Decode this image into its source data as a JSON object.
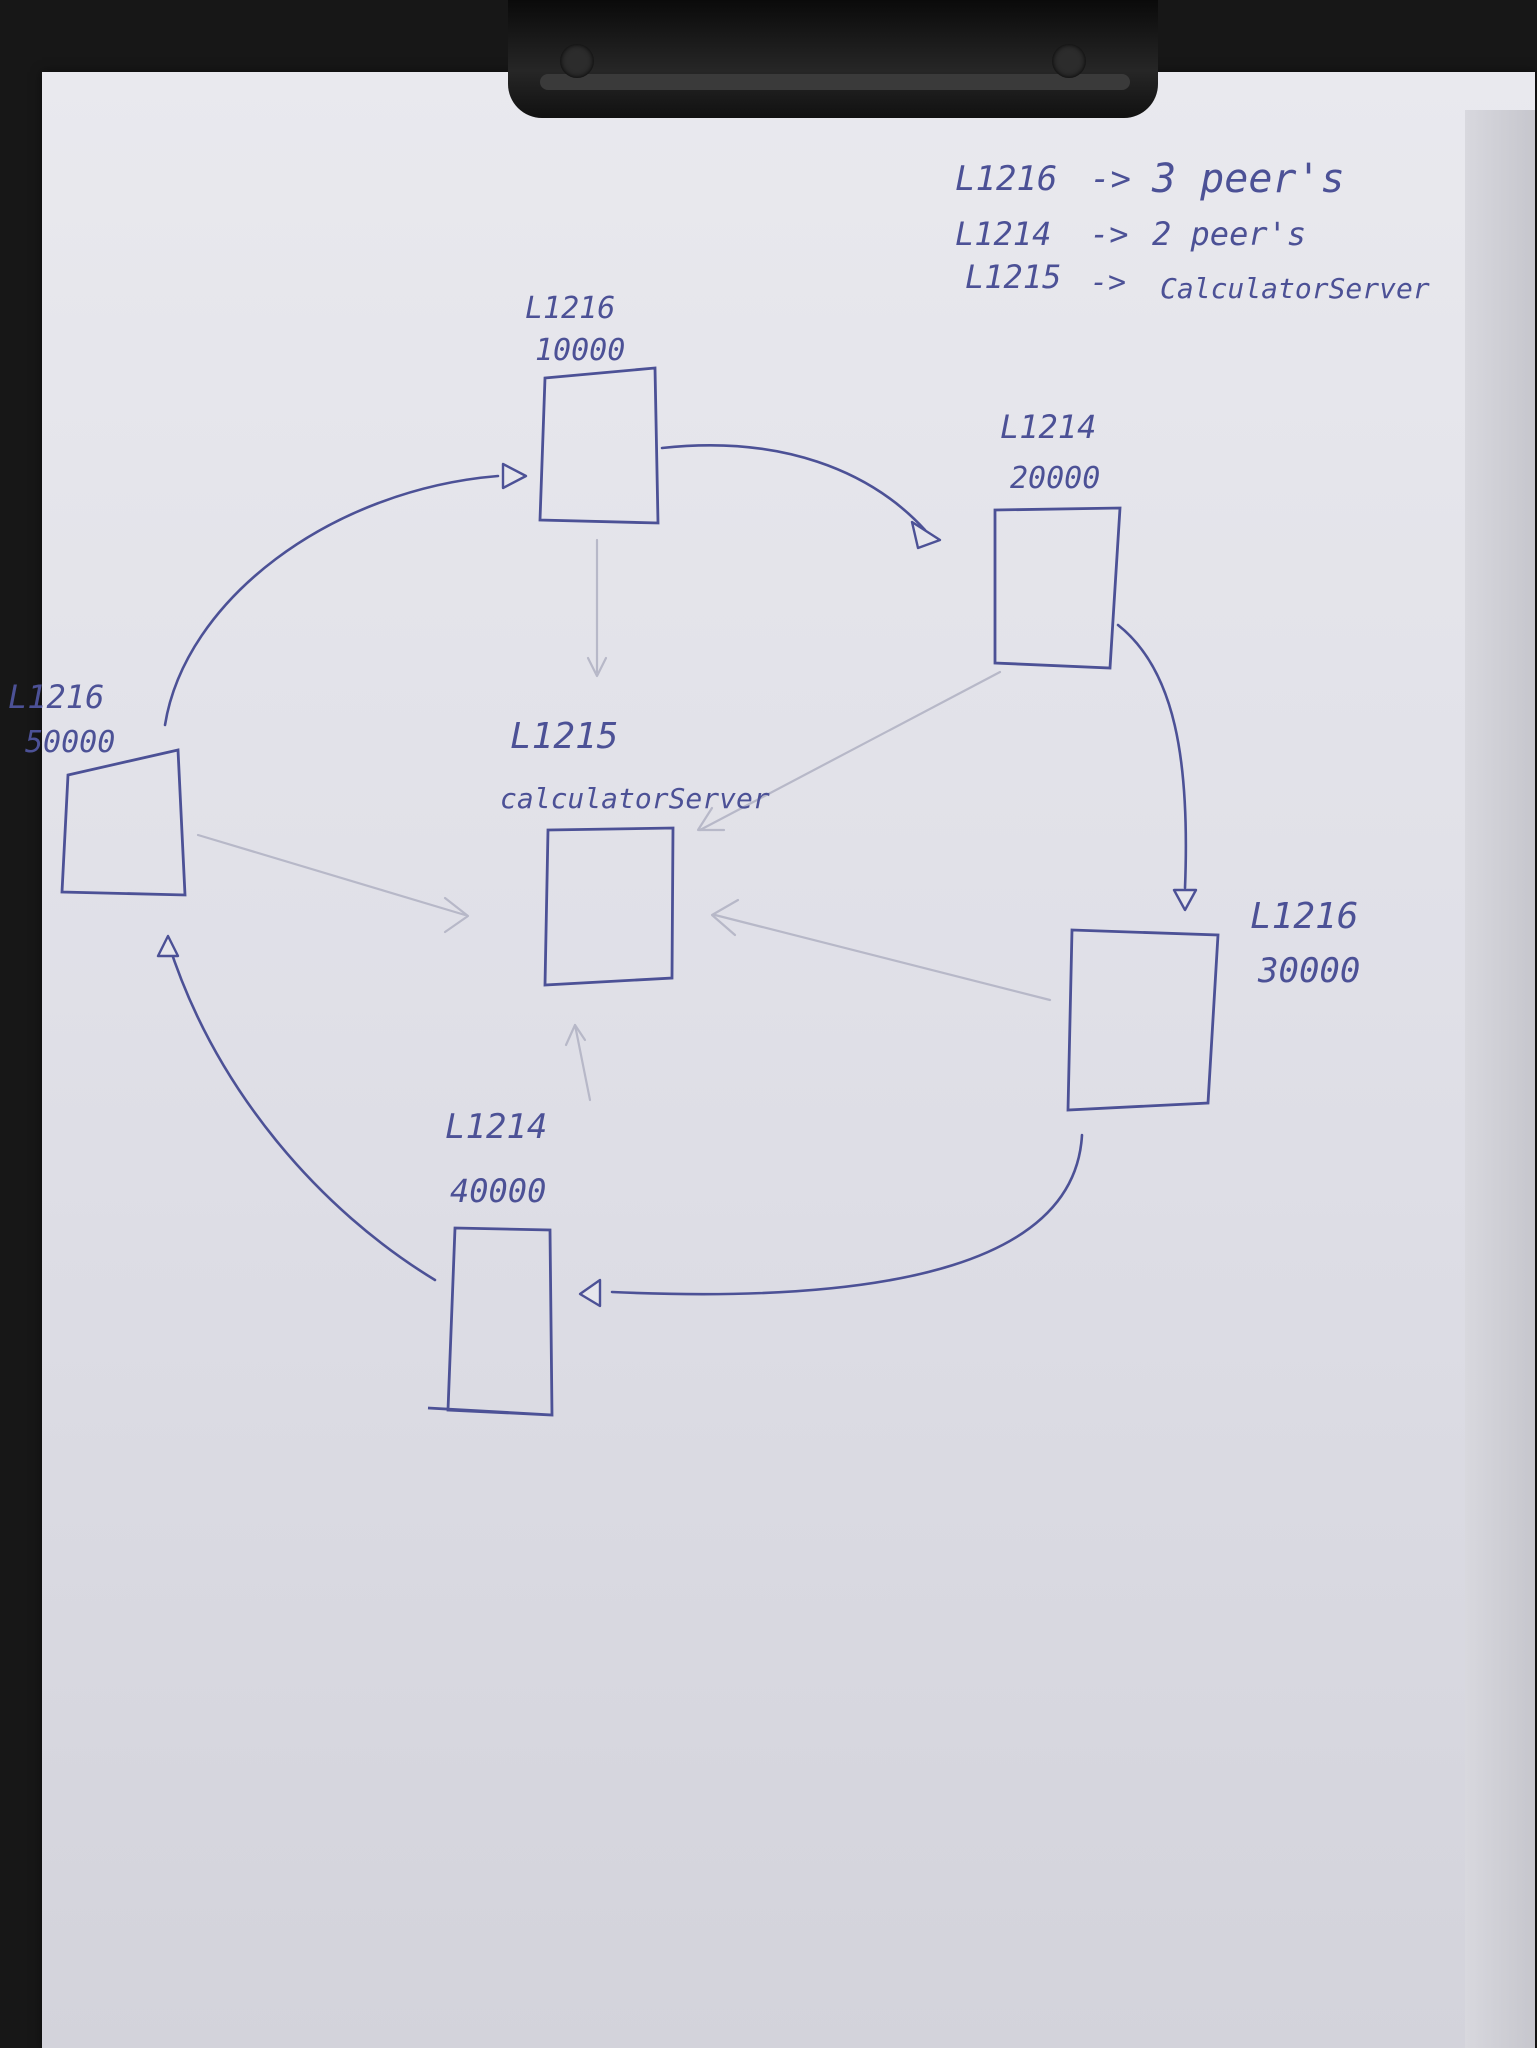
{
  "legend": [
    {
      "node": "L1216",
      "arrow": "->",
      "role": "3 peer's"
    },
    {
      "node": "L1214",
      "arrow": "->",
      "role": "2 peer's"
    },
    {
      "node": "L1215",
      "arrow": "->",
      "role": "CalculatorServer"
    }
  ],
  "nodes": [
    {
      "id": "top",
      "host": "L1216",
      "port": "10000"
    },
    {
      "id": "upper-right",
      "host": "L1214",
      "port": "20000"
    },
    {
      "id": "lower-right",
      "host": "L1216",
      "port": "30000"
    },
    {
      "id": "bottom",
      "host": "L1214",
      "port": "40000"
    },
    {
      "id": "left",
      "host": "L1216",
      "port": "50000"
    }
  ],
  "center": {
    "host": "L1215",
    "label": "calculatorServer"
  },
  "ring_order": [
    "10000",
    "20000",
    "30000",
    "40000",
    "50000",
    "10000"
  ],
  "colors": {
    "ink": "#4c5196",
    "faint": "#b7b8c8",
    "paper": "#e4e4ea"
  }
}
